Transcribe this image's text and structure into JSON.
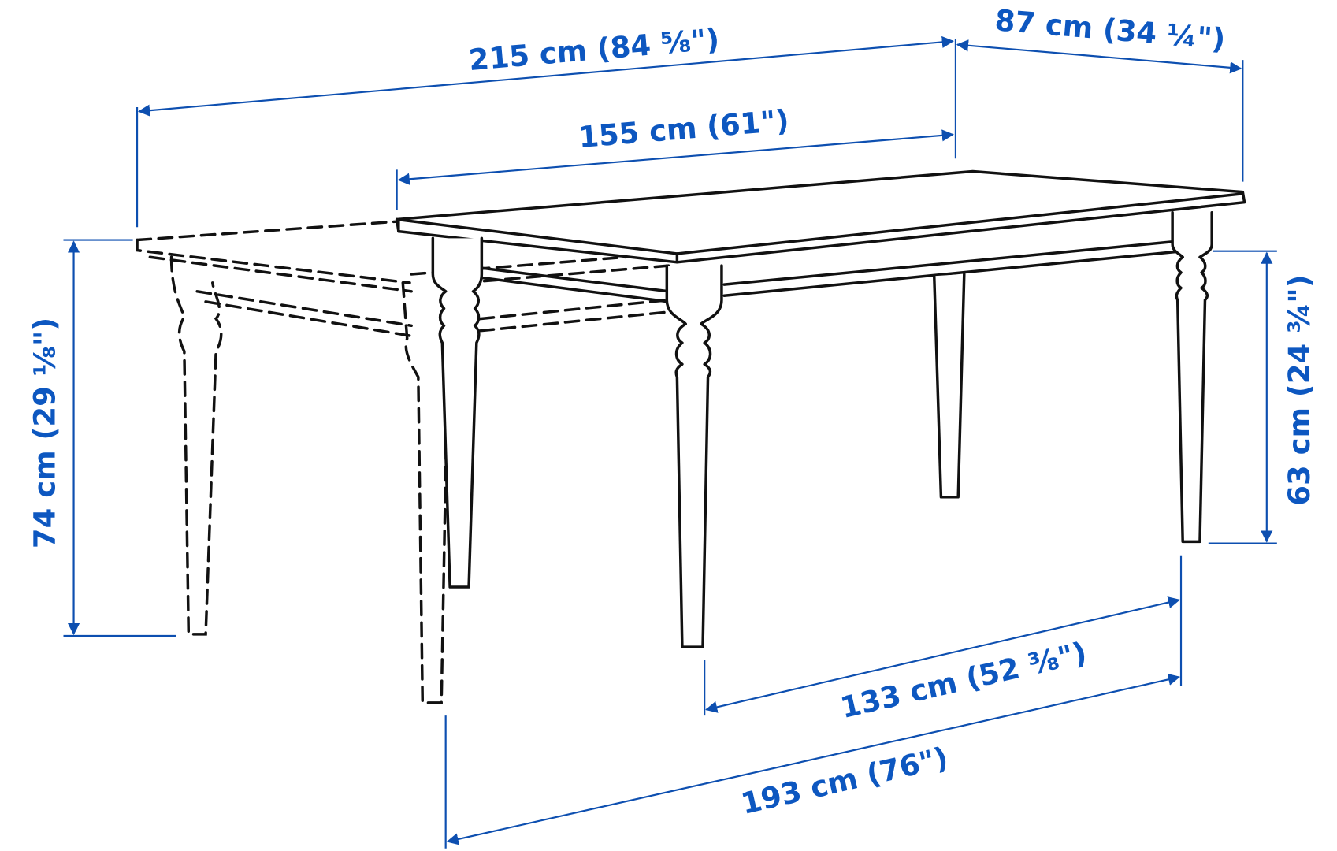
{
  "diagram": {
    "subject": "Extendable dining table dimension drawing",
    "dimensions": {
      "extended_length": "215 cm (84 ⅝\")",
      "depth": "87 cm (34 ¼\")",
      "closed_length": "155 cm (61\")",
      "height": "74 cm (29 ⅛\")",
      "clearance_under_apron": "63 cm (24 ¾\")",
      "length_between_legs": "133 cm (52 ⅜\")",
      "extended_length_between_legs": "193 cm (76\")"
    },
    "colors": {
      "dimension": "#0d57c0",
      "outline": "#111111",
      "background": "#ffffff"
    }
  }
}
